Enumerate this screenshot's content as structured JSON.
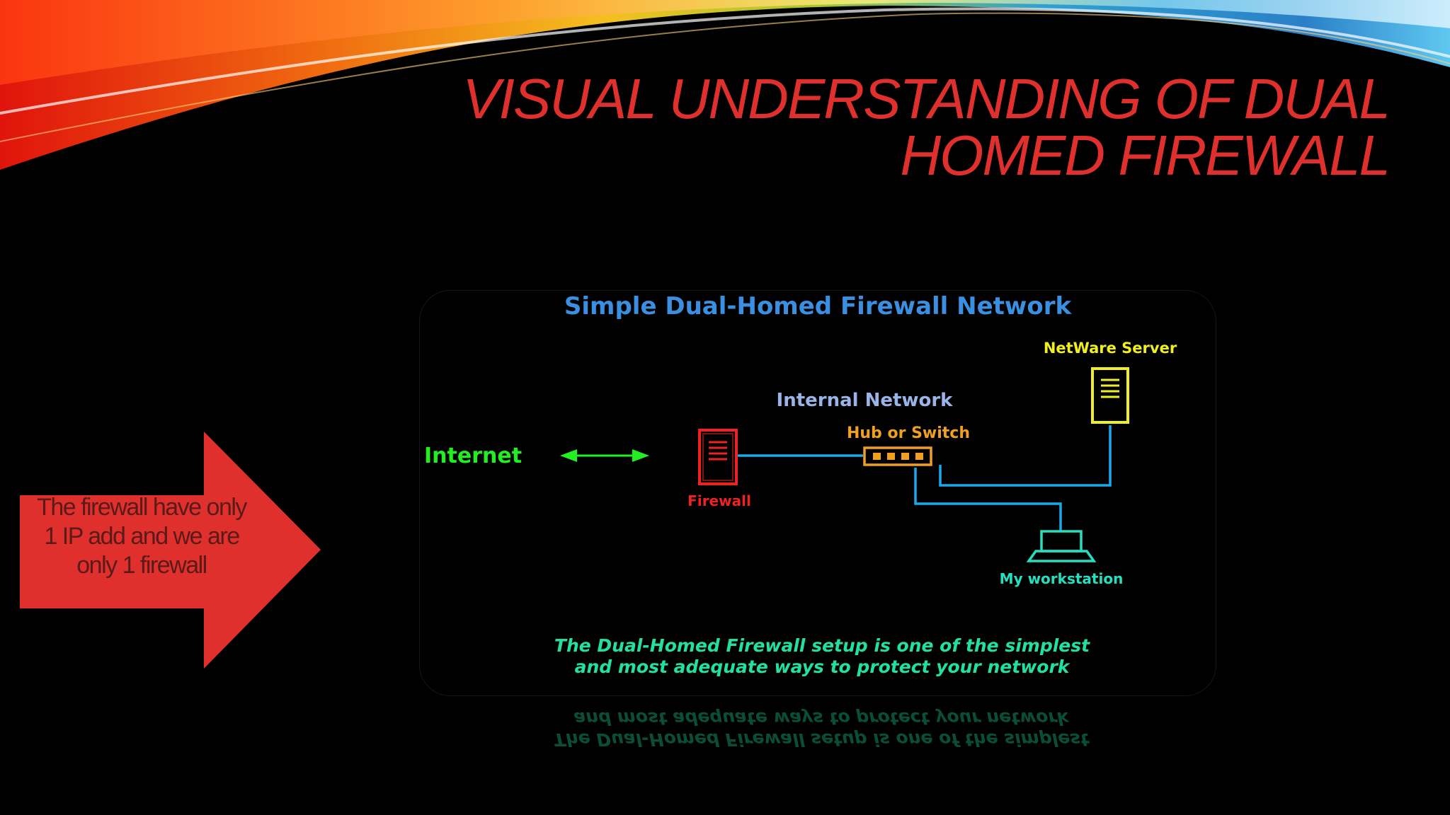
{
  "slide": {
    "title_lines": [
      "VISUAL UNDERSTANDING OF DUAL",
      "HOMED FIREWALL"
    ],
    "title_color": "#e0302d",
    "arrow": {
      "text": "The firewall have only 1 IP add and we are only 1 firewall",
      "color": "#e0302d"
    }
  },
  "diagram": {
    "title": "Simple Dual-Homed Firewall Network",
    "labels": {
      "internet": "Internet",
      "firewall": "Firewall",
      "internal_network": "Internal Network",
      "hub": "Hub or Switch",
      "server": "NetWare Server",
      "workstation": "My workstation"
    },
    "caption_lines": [
      "The Dual-Homed Firewall setup is one of the simplest",
      "and most adequate ways to protect your network"
    ],
    "colors": {
      "title": "#3a8fe0",
      "internet": "#22ee22",
      "firewall": "#ee2222",
      "internal_network": "#9ab4e8",
      "hub": "#f0a020",
      "server": "#f0f020",
      "workstation": "#22e0c0",
      "caption": "#22e0a0",
      "link": "#1aa8e8"
    }
  }
}
